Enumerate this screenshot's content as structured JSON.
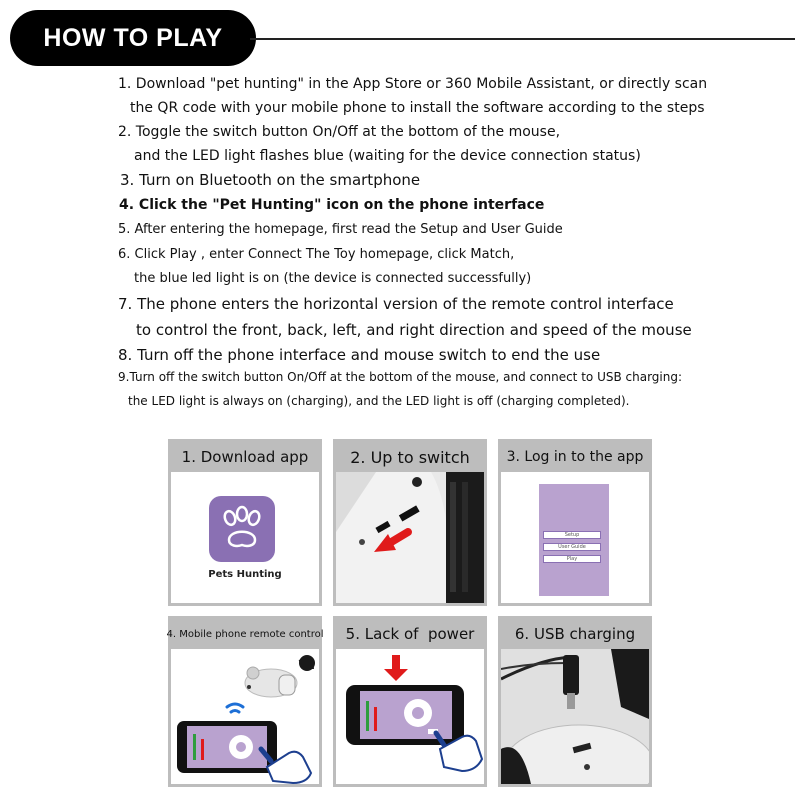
{
  "banner": {
    "title": "HOW TO PLAY"
  },
  "steps": [
    "1. Download \"pet hunting\" in the App Store or 360 Mobile Assistant, or directly scan",
    "the QR code with your mobile phone to install the software according to the steps",
    "2. Toggle the switch button On/Off at the bottom of the mouse,",
    "and the LED light flashes blue (waiting for the device connection status)",
    "3. Turn on Bluetooth on the smartphone",
    "4. Click the \"Pet Hunting\" icon on the phone interface",
    "5. After entering the homepage, first read the Setup and User Guide",
    "6. Click Play , enter Connect The Toy homepage, click Match,",
    "the blue led light is on (the device is connected successfully)",
    "7. The phone enters the horizontal version of the remote control interface",
    "to control the front, back, left, and right direction and speed of the mouse",
    "8. Turn off the phone interface and mouse switch to end the use",
    "9.Turn off the switch button On/Off at the bottom of the mouse, and connect to USB charging:",
    "the LED light is always on (charging), and the LED light is off (charging completed)."
  ],
  "cards": [
    {
      "title": "1. Download app"
    },
    {
      "title": "2. Up to switch"
    },
    {
      "title": "3. Log in to the app"
    },
    {
      "title": "4. Mobile phone remote control"
    },
    {
      "title": "5. Lack of  power"
    },
    {
      "title": "6. USB charging"
    }
  ],
  "app": {
    "name": "Pets Hunting",
    "menu": [
      "Setup",
      "User Guide",
      "Play"
    ]
  },
  "colors": {
    "brand_purple": "#8a70b3",
    "screen_lilac": "#b9a2cf",
    "card_gray": "#bdbdbd",
    "arrow_red": "#e01b1b",
    "bluetooth_blue": "#1d6fd6"
  },
  "icons": [
    "paw-icon",
    "red-arrow-icon",
    "bluetooth-icon",
    "pointing-hand-icon",
    "usb-plug-icon"
  ]
}
